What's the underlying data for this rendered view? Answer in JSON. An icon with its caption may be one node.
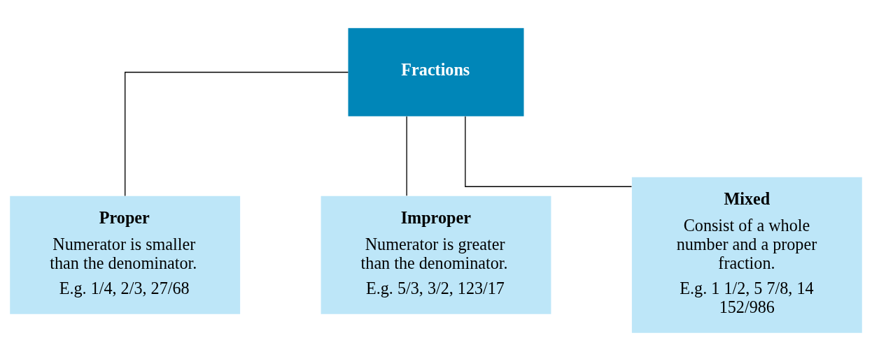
{
  "diagram": {
    "nodes": [
      {
        "text": [
          "Fractions"
        ]
      },
      {
        "text": [
          "Proper",
          "Numerator is smaller than the denominator.",
          "E.g. 1/4, 2/3, 27/68"
        ]
      },
      {
        "text": [
          "Improper",
          "Numerator is greater than the denominator.",
          "E.g. 5/3, 3/2, 123/17"
        ]
      },
      {
        "text": [
          "Mixed",
          "Consist of a whole number and a proper fraction.",
          "E.g. 1 1/2, 5 7/8, 14 152/986"
        ]
      }
    ],
    "edges": [
      {
        "from": 0,
        "to": 1,
        "arrow": "none"
      },
      {
        "from": 0,
        "to": 2,
        "arrow": "none"
      },
      {
        "from": 0,
        "to": 3,
        "arrow": "none"
      }
    ]
  }
}
